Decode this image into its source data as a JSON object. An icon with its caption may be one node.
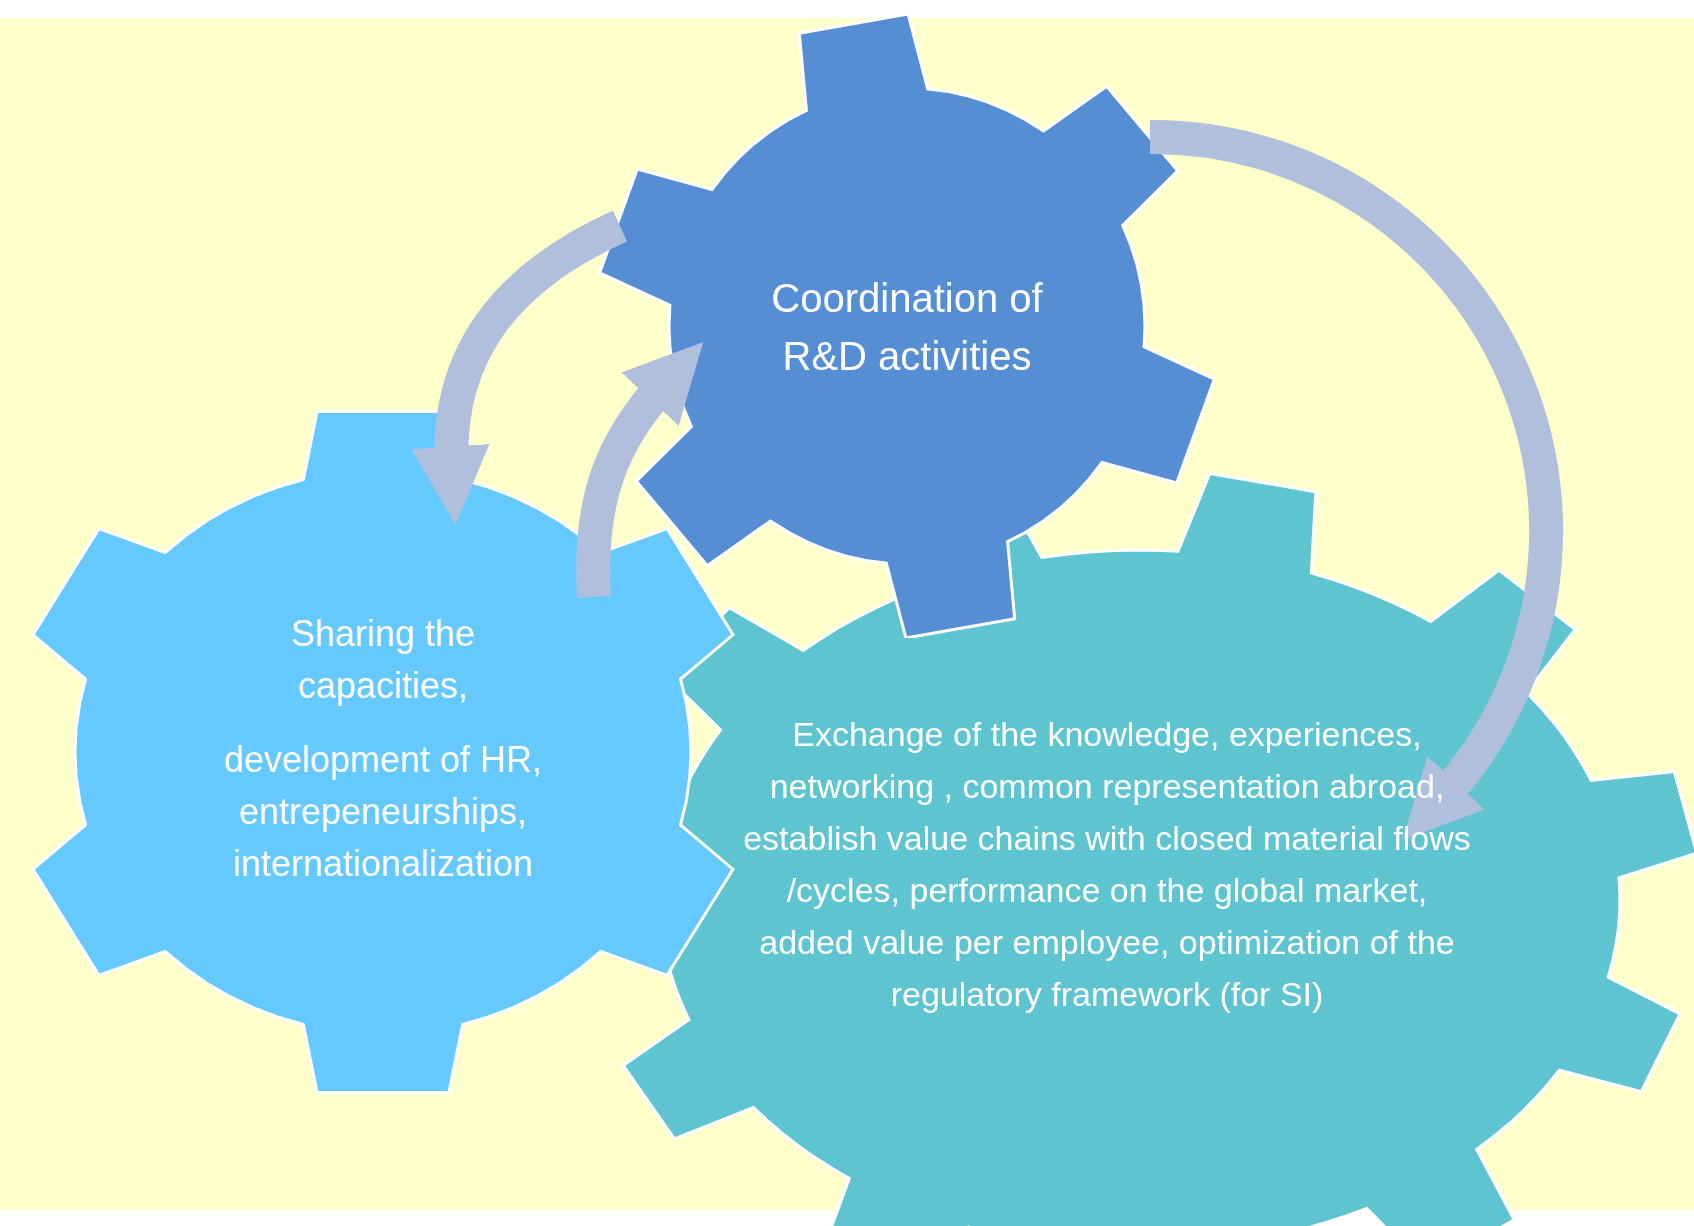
{
  "diagram": {
    "nodes": [
      {
        "text": [
          "Coordination of R&D activities"
        ]
      },
      {
        "text": [
          "Sharing the capacities,",
          "development of HR, entrepeneurships, internationalization"
        ]
      },
      {
        "text": [
          "Exchange of the knowledge, experiences, networking , common representation abroad, establish value chains with closed material flows /cycles, performance on the global market, added value per employee, optimization of the regulatory framework (for SI)"
        ]
      }
    ],
    "edges": [
      {
        "from": 0,
        "to": 1,
        "arrow": "to"
      },
      {
        "from": 1,
        "to": 0,
        "arrow": "to"
      },
      {
        "from": 0,
        "to": 2,
        "arrow": "to"
      }
    ]
  }
}
